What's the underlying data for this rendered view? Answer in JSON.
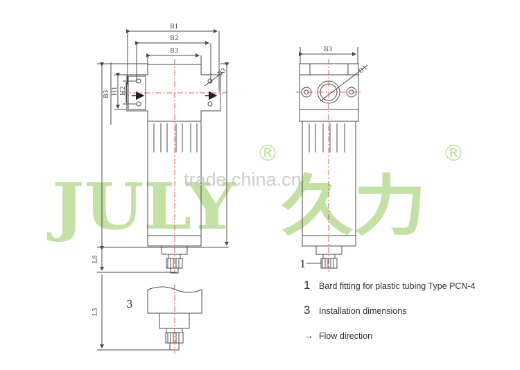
{
  "dimensions": {
    "b1": "B1",
    "b2": "B2",
    "b3": "B3",
    "b3_side": "B3",
    "b3_port": "B3",
    "d1": "D1",
    "h1": "H1",
    "h2": "H2",
    "l8": "L8",
    "l3": "L3"
  },
  "callouts": {
    "one": "1",
    "three": "3"
  },
  "legend": [
    {
      "num": "1",
      "desc": "Bard fitting for plastic tubing Type PCN-4"
    },
    {
      "num": "3",
      "desc": "Installation dimensions"
    },
    {
      "num": "→",
      "desc": "Flow direction"
    }
  ],
  "watermark": {
    "brand_latin": "JULY",
    "brand_cjk": "久力",
    "registered": "®",
    "site": "trade.china.cn"
  },
  "colors": {
    "line": "#4a4a4a",
    "centerline": "#d9302c",
    "watermark_green": "#b5d98f",
    "site_text": "#c8c8c8"
  }
}
